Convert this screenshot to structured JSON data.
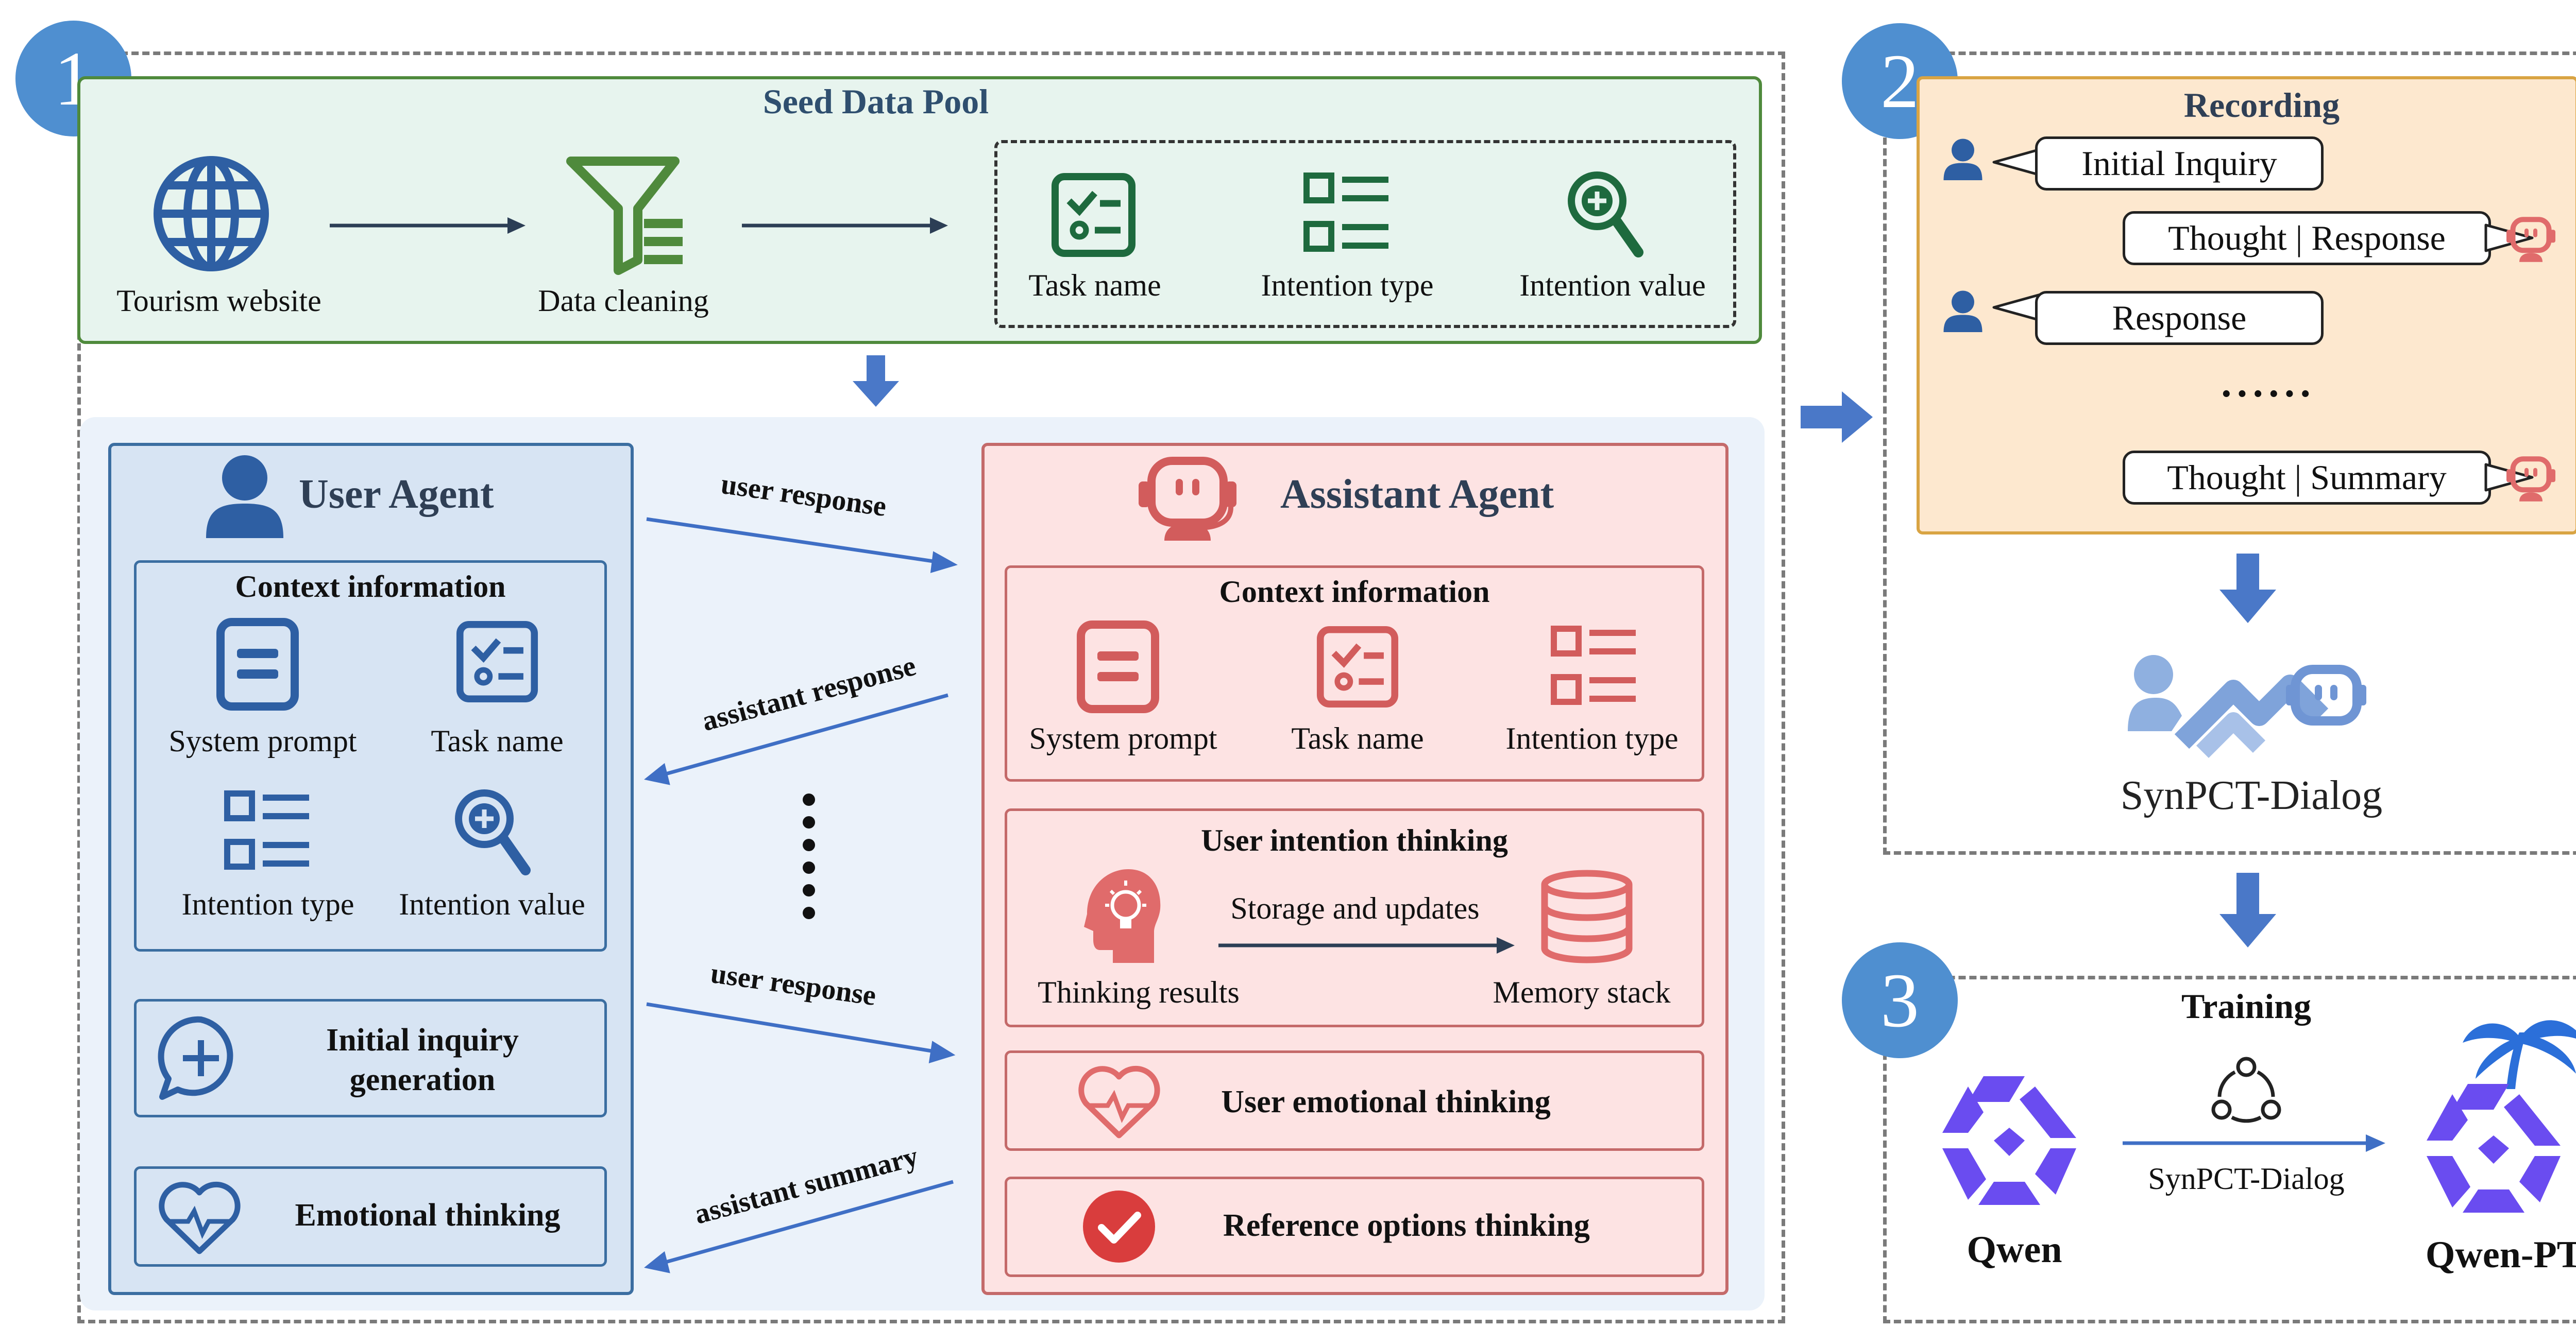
{
  "step_numbers": [
    "1",
    "2",
    "3"
  ],
  "seed_pool": {
    "title": "Seed Data Pool",
    "tourism": "Tourism website",
    "cleaning": "Data cleaning",
    "task_name": "Task name",
    "intention_type": "Intention type",
    "intention_value": "Intention value"
  },
  "user_agent": {
    "title": "User Agent",
    "context_title": "Context information",
    "system_prompt": "System prompt",
    "task_name": "Task name",
    "intention_type": "Intention type",
    "intention_value": "Intention value",
    "inquiry_line1": "Initial inquiry",
    "inquiry_line2": "generation",
    "emotional": "Emotional thinking"
  },
  "arrows": {
    "user_response_1": "user response",
    "assistant_response": "assistant response",
    "user_response_2": "user response",
    "assistant_summary": "assistant summary"
  },
  "assistant_agent": {
    "title": "Assistant Agent",
    "context_title": "Context information",
    "system_prompt": "System prompt",
    "task_name": "Task name",
    "intention_type": "Intention type",
    "thinking_title": "User intention thinking",
    "storage": "Storage and updates",
    "thinking_results": "Thinking results",
    "memory": "Memory stack",
    "emotional": "User emotional thinking",
    "reference": "Reference options thinking"
  },
  "recording": {
    "title": "Recording",
    "initial_inquiry": "Initial Inquiry",
    "thought_response": "Thought | Response",
    "response": "Response",
    "ellipsis": "······",
    "thought_summary": "Thought | Summary"
  },
  "dataset": "SynPCT-Dialog",
  "training": {
    "title": "Training",
    "qwen": "Qwen",
    "arrow_label": "SynPCT-Dialog",
    "qwen_pt": "Qwen-PT"
  },
  "colors": {
    "step_circle": "#4f8fd0",
    "seed_bg": "#e7f4ee",
    "seed_border": "#4f8a3c",
    "user_bg": "#d7e4f3",
    "user_border": "#3b6ea1",
    "assistant_bg": "#fde3e3",
    "assistant_border": "#c46a6a",
    "recording_bg": "#fde8cf",
    "recording_border": "#d9a443",
    "flow_arrow": "#4a78c8",
    "qwen": "#6a4cf0"
  }
}
